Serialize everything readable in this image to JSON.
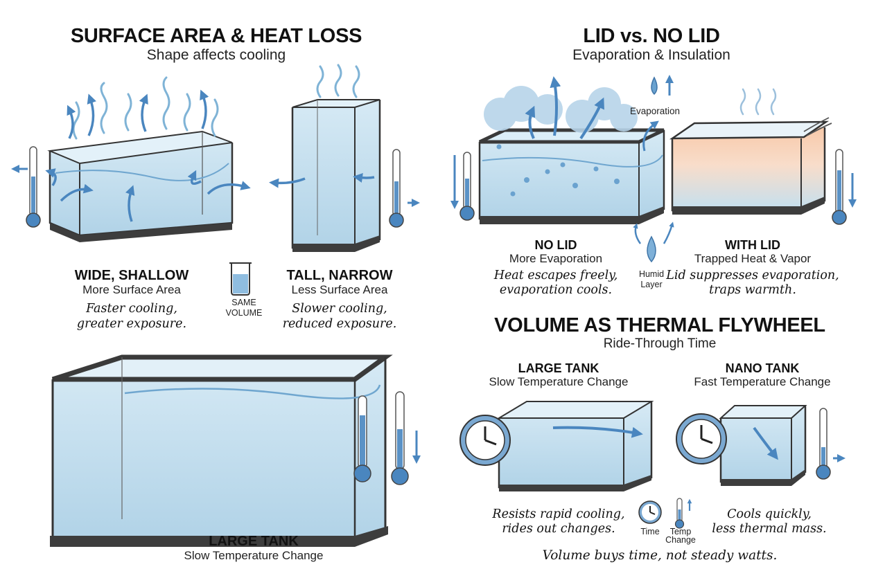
{
  "surface": {
    "title": "SURFACE AREA & HEAT LOSS",
    "subtitle": "Shape affects cooling",
    "wide": {
      "label": "WIDE, SHALLOW",
      "sub": "More Surface Area",
      "note1": "Faster cooling,",
      "note2": "greater exposure."
    },
    "same_volume": {
      "line1": "SAME",
      "line2": "VOLUME"
    },
    "tall": {
      "label": "TALL, NARROW",
      "sub": "Less Surface Area",
      "note1": "Slower cooling,",
      "note2": "reduced exposure."
    }
  },
  "lid": {
    "title": "LID vs. NO LID",
    "subtitle": "Evaporation & Insulation",
    "evaporation": "Evaporation",
    "nolid": {
      "label": "NO LID",
      "sub": "More Evaporation",
      "note1": "Heat escapes freely,",
      "note2": "evaporation cools."
    },
    "humid": {
      "line1": "Humid",
      "line2": "Layer"
    },
    "withlid": {
      "label": "WITH LID",
      "sub": "Trapped Heat & Vapor",
      "note1": "Lid suppresses evaporation,",
      "note2": "traps warmth."
    }
  },
  "large_left": {
    "label": "LARGE TANK",
    "sub": "Slow Temperature Change"
  },
  "flywheel": {
    "title": "VOLUME AS THERMAL FLYWHEEL",
    "subtitle": "Ride-Through Time",
    "large": {
      "label": "LARGE TANK",
      "sub": "Slow Temperature Change",
      "note1": "Resists rapid cooling,",
      "note2": "rides out changes."
    },
    "nano": {
      "label": "NANO TANK",
      "sub": "Fast Temperature Change",
      "note1": "Cools quickly,",
      "note2": "less thermal mass."
    },
    "legend_time": "Time",
    "legend_temp1": "Temp",
    "legend_temp2": "Change",
    "footer": "Volume buys time, not steady watts."
  },
  "colors": {
    "water": "#a9cfe6",
    "water_dark": "#7fb3d6",
    "arrow": "#4a86bf",
    "frame": "#3a3a3a",
    "warm": "#f3b48e"
  }
}
